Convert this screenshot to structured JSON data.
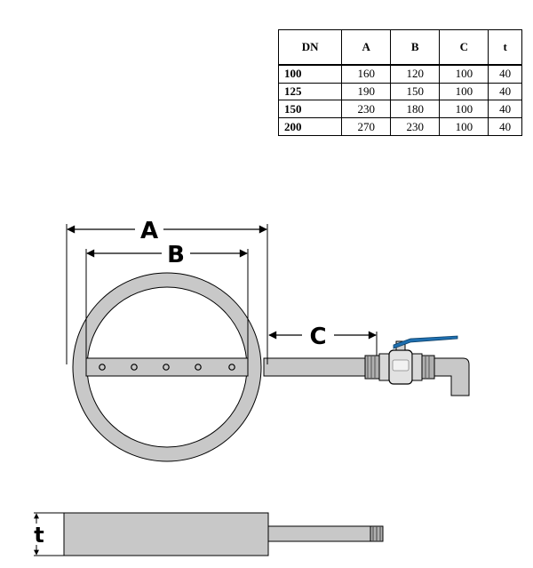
{
  "table": {
    "headers": [
      "DN",
      "A",
      "B",
      "C",
      "t"
    ],
    "rows": [
      [
        "100",
        "160",
        "120",
        "100",
        "40"
      ],
      [
        "125",
        "190",
        "150",
        "100",
        "40"
      ],
      [
        "150",
        "230",
        "180",
        "100",
        "40"
      ],
      [
        "200",
        "270",
        "230",
        "100",
        "40"
      ]
    ]
  },
  "labels": {
    "a": "A",
    "b": "B",
    "c": "C",
    "t": "t"
  },
  "colors": {
    "steel": "#c8c8c8",
    "valve_handle": "#1e6fb0",
    "outline": "#000000"
  }
}
